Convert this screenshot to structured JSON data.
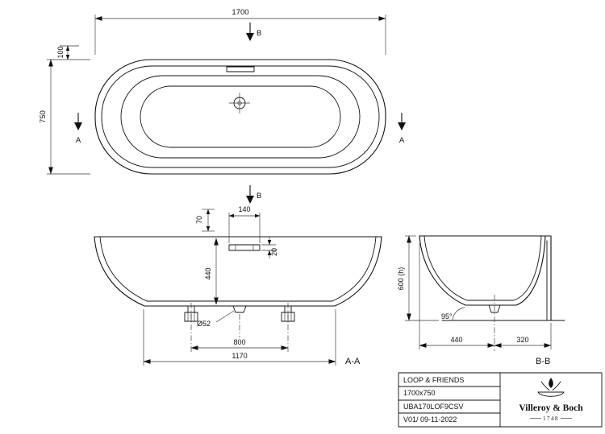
{
  "drawing": {
    "top_view": {
      "dim_length": "1700",
      "dim_width": "750",
      "dim_overflow": "100",
      "section_a_label": "A",
      "section_b_label": "B"
    },
    "section_aa": {
      "label": "A-A",
      "dim_70": "70",
      "dim_140": "140",
      "dim_440": "440",
      "dim_20": "20",
      "dim_drain_dia": "Ø52",
      "dim_feet_spacing": "800",
      "dim_base_length": "1170"
    },
    "section_bb": {
      "label": "B-B",
      "dim_height": "600 (h)",
      "dim_angle": "95°",
      "dim_440": "440",
      "dim_320": "320"
    },
    "title_block": {
      "product_name": "LOOP & FRIENDS",
      "dimensions": "1700x750",
      "article_number": "UBA170LOF9CSV",
      "version_date": "V01/ 09-11-2022",
      "brand_name": "Villeroy & Boch",
      "brand_year": "1748"
    }
  }
}
